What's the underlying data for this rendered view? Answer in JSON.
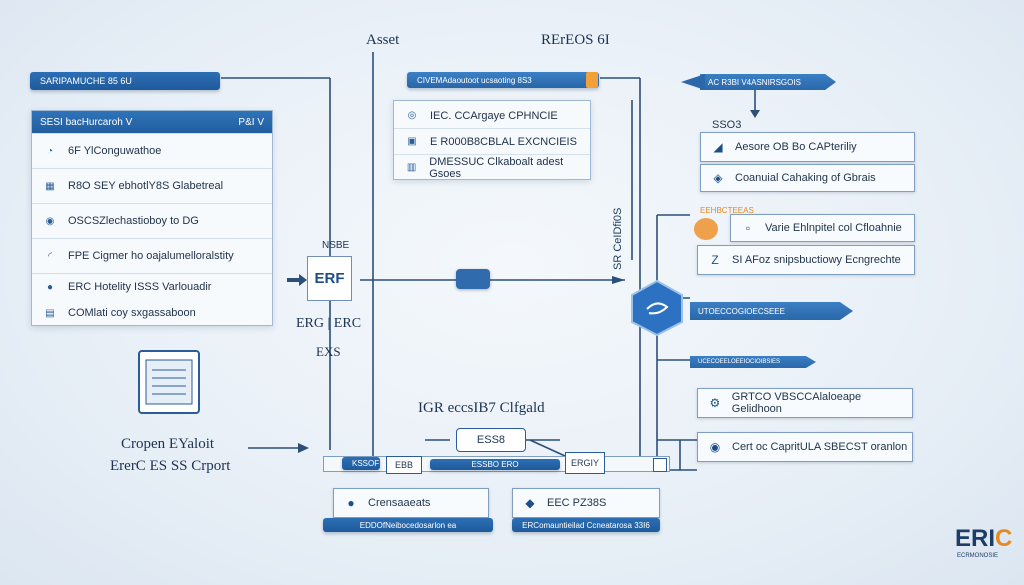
{
  "header": {
    "asset_title": "Asset",
    "refs_title": "RErEOS 6I"
  },
  "left": {
    "top_bar": "SARIPAMUCHE 85 6U",
    "panel_head": "SESI bacHurcaroh V",
    "panel_head_right": "P&I V",
    "rows": [
      {
        "icon": "gauge-icon",
        "text": "6F YlConguwathoe"
      },
      {
        "icon": "grid-icon",
        "text": "R8O SEY ebhotlY8S Glabetreal"
      },
      {
        "icon": "shield-icon",
        "text": "OSCSZlechastioboy to DG"
      },
      {
        "icon": "cursor-icon",
        "text": "FPE Cigmer ho oajalumelloralstity"
      },
      {
        "icon": "bulb-icon",
        "text": "ERC Hotelity ISSS Varlouadir"
      },
      {
        "icon": "doc-icon",
        "text": "COMlati coy sxgassaboon"
      }
    ]
  },
  "center": {
    "top_bar": "CIVEMAdaoutoot ucsaoting 8S3",
    "list": [
      {
        "icon": "circle-icon",
        "text": "IEC. CCArgaye CPHNCIE"
      },
      {
        "icon": "p-icon",
        "text": "E R000B8CBLAL EXCNCIEIS"
      },
      {
        "icon": "chart-icon",
        "text": "DMESSUC Clkaboalt adest Gsoes"
      }
    ],
    "nse_label": "NSBE",
    "erf_label": "ERF",
    "erc_pair": "ERG | ERC",
    "exs_label": "EXS",
    "igr_title": "IGR eccsIB7 Clfgald",
    "mid_chip": "ESS8",
    "bottom_bar_label": "KSSOF",
    "bottom_bar_tag": "EBB",
    "bottom_bar_mid": "ESSBO ERO",
    "bottom_bar_right": "ERGIY",
    "bottom_left_box": "Crensaaeats",
    "bottom_left_caption": "EDDOfNeibocedosarlon ea",
    "bottom_right_box": "EEC PZ38S",
    "bottom_right_caption": "ERComauntieilad Ccneatarosa 33I6"
  },
  "left_bottom": {
    "line1": "Cropen EYaloit",
    "line2": "ErerC ES SS Crport"
  },
  "vertical_label": "SR CeIDfi0S",
  "right": {
    "top_tag": "AC R3BI V4ASNIRSGOIS",
    "section": "SSO3",
    "boxes": [
      {
        "icon": "compass-icon",
        "text": "Aesore OB Bo CAPteriliy"
      },
      {
        "icon": "bag-icon",
        "text": "Coanuial Cahaking of Gbrais"
      }
    ],
    "small_orange": "EEHBCTEEAS",
    "mid_boxes": [
      {
        "icon": "orange-gear-icon",
        "text": "Varie Ehlnpitel col Cfloahnie"
      },
      {
        "icon": "z-icon",
        "text": "SI AFoz snipsbuctiowy Ecngrechte"
      }
    ],
    "pen_tag": "UTOECCOGIOECSEEE",
    "arrow_tag2": "UCECOEELOEEIOCIOIBSIES",
    "bottom_boxes": [
      {
        "icon": "gear-icon",
        "text": "GRTCO VBSCCAlaloeape Gelidhoon"
      },
      {
        "icon": "eye-icon",
        "text": "Cert oc CapritULA SBECST oranlon"
      }
    ]
  },
  "logo": {
    "text_dark": "ERI",
    "text_orange": "C",
    "sub": "ECRMONOSIE"
  }
}
